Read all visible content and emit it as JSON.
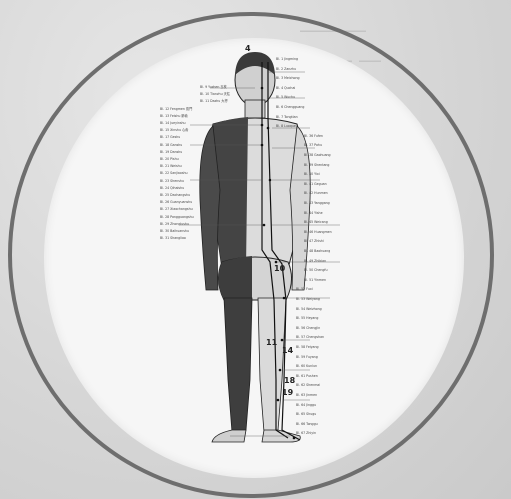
{
  "figure": {
    "meridian_number_top": "4",
    "numbers": [
      {
        "key": "n1",
        "value": "10"
      },
      {
        "key": "n2",
        "value": "11"
      },
      {
        "key": "n3",
        "value": "14"
      },
      {
        "key": "n4",
        "value": "18"
      },
      {
        "key": "n5",
        "value": "19"
      }
    ],
    "left_labels": [
      "Bl. 9 Yuzhen 玉枕",
      "Bl. 10 Tianzhu 天柱",
      "Bl. 11 Dazhu 大杼",
      "Bl. 12 Fengmen 風門",
      "Bl. 13 Feishu 肺俞",
      "Bl. 14 Jueyinshu",
      "Bl. 15 Xinshu 心俞",
      "Bl. 17 Geshu",
      "Bl. 18 Ganshu",
      "Bl. 19 Danshu",
      "Bl. 20 Pishu",
      "Bl. 21 Weishu",
      "Bl. 22 Sanjiaoshu",
      "Bl. 23 Shenshu",
      "Bl. 24 Qihaishu",
      "Bl. 25 Dachangshu",
      "Bl. 26 Guanyuanshu",
      "Bl. 27 Xiaochangshu",
      "Bl. 28 Pangguangshu",
      "Bl. 29 Zhonglushu",
      "Bl. 30 Baihuanshu",
      "Bl. 31 Shangliao"
    ],
    "right_labels": [
      "Bl. 1 Jingming",
      "Bl. 2 Zanzhu",
      "Bl. 3 Meichong",
      "Bl. 4 Quchai",
      "Bl. 5 Wuchu",
      "Bl. 6 Chengguang",
      "Bl. 7 Tongtian",
      "Bl. 8 Luoque",
      "Bl. 36 Fufen",
      "Bl. 37 Pohu",
      "Bl. 38 Gaohuang",
      "Bl. 39 Shentang",
      "Bl. 40 Yixi",
      "Bl. 41 Geguan",
      "Bl. 42 Hunmen",
      "Bl. 43 Yanggang",
      "Bl. 44 Yishe",
      "Bl. 45 Weicang",
      "Bl. 46 Huangmen",
      "Bl. 47 Zhishi",
      "Bl. 48 Baohuang",
      "Bl. 49 Zhibian",
      "Bl. 50 Chengfu",
      "Bl. 51 Yinmen",
      "Bl. 52 Fuxi",
      "Bl. 53 Weiyang",
      "Bl. 54 Weizhong",
      "Bl. 55 Heyang",
      "Bl. 56 Chengjin",
      "Bl. 57 Chengshan",
      "Bl. 58 Feiyang",
      "Bl. 59 Fuyang",
      "Bl. 60 Kunlun",
      "Bl. 61 Pushen",
      "Bl. 62 Shenmai",
      "Bl. 63 Jinmen",
      "Bl. 64 Jinggu",
      "Bl. 65 Shugu",
      "Bl. 66 Tonggu",
      "Bl. 67 Zhiyin"
    ]
  },
  "colors": {
    "ring": "#6e6e6e",
    "disc": "#f6f6f6",
    "body_dark": "#3a3a3a",
    "body_light": "#d9d9d9"
  }
}
